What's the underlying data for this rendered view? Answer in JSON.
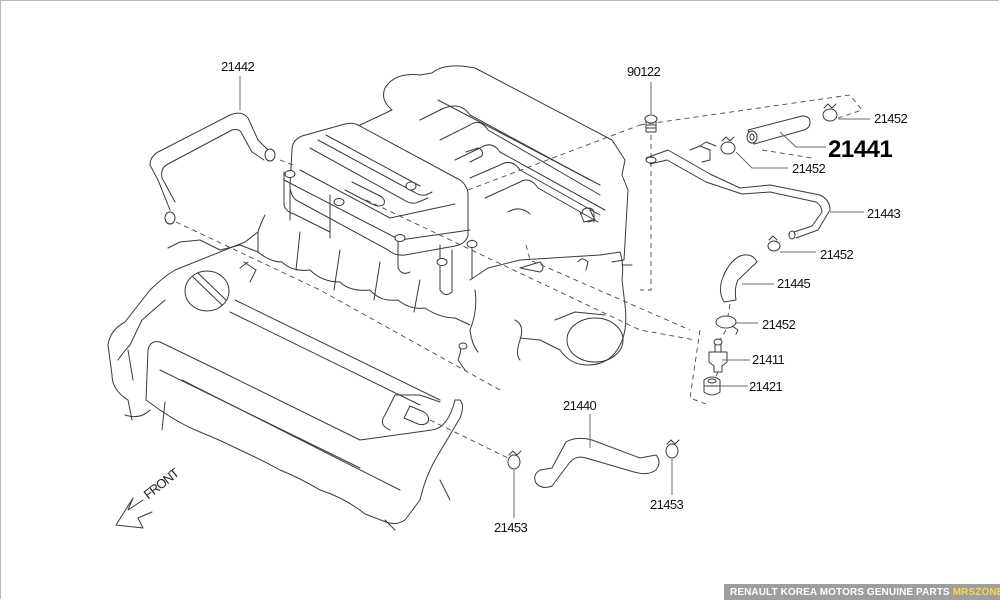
{
  "diagram": {
    "title_part": "21441",
    "parts": [
      {
        "id": "label-21442",
        "number": "21442"
      },
      {
        "id": "label-90122",
        "number": "90122"
      },
      {
        "id": "label-21452-top",
        "number": "21452"
      },
      {
        "id": "label-21441",
        "number": "21441",
        "highlighted": true
      },
      {
        "id": "label-21452-mid",
        "number": "21452"
      },
      {
        "id": "label-21443",
        "number": "21443"
      },
      {
        "id": "label-21452-right",
        "number": "21452"
      },
      {
        "id": "label-21445",
        "number": "21445"
      },
      {
        "id": "label-21452-low",
        "number": "21452"
      },
      {
        "id": "label-21411",
        "number": "21411"
      },
      {
        "id": "label-21421",
        "number": "21421"
      },
      {
        "id": "label-21440",
        "number": "21440"
      },
      {
        "id": "label-21453-left",
        "number": "21453"
      },
      {
        "id": "label-21453-right",
        "number": "21453"
      }
    ],
    "direction_label": "FRONT"
  },
  "footer": {
    "text": "RENAULT KOREA MOTORS GENUINE PARTS",
    "brand": "MRSZONE",
    "accent_color": "#f5d84a",
    "background_color": "#9e9e9e"
  }
}
